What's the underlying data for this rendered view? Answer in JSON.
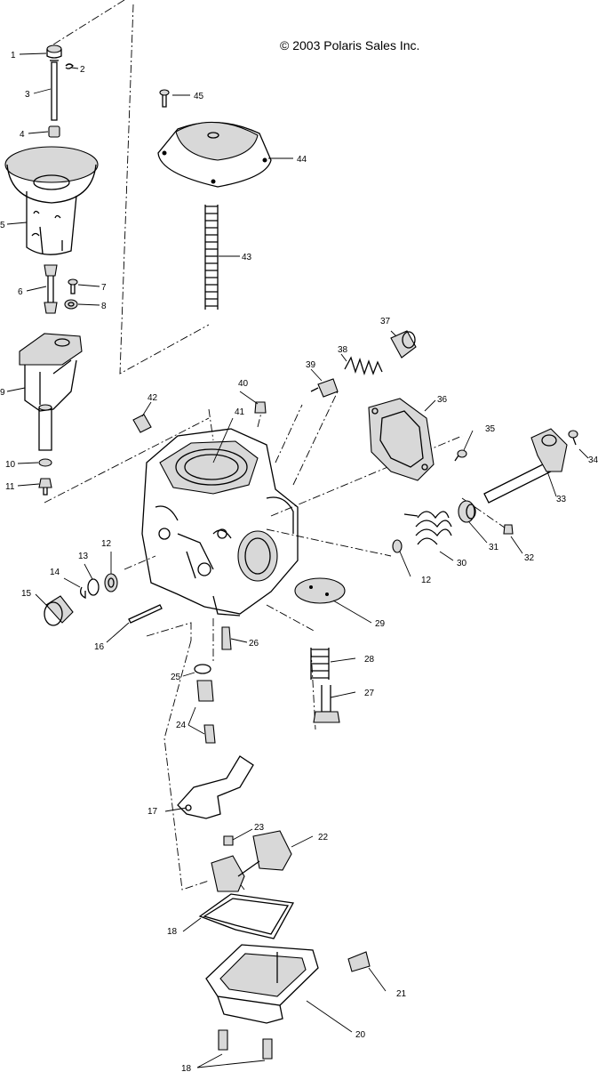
{
  "copyright": "© 2003 Polaris Sales Inc.",
  "callouts": {
    "c1": "1",
    "c2": "2",
    "c3": "3",
    "c4": "4",
    "c5": "5",
    "c6": "6",
    "c7": "7",
    "c8": "8",
    "c9": "9",
    "c10": "10",
    "c11": "11",
    "c12a": "12",
    "c12b": "12",
    "c13": "13",
    "c14": "14",
    "c15": "15",
    "c16": "16",
    "c17": "17",
    "c18a": "18",
    "c18b": "18",
    "c20": "20",
    "c21": "21",
    "c22": "22",
    "c23": "23",
    "c24": "24",
    "c25": "25",
    "c26": "26",
    "c27": "27",
    "c28": "28",
    "c29": "29",
    "c30": "30",
    "c31": "31",
    "c32": "32",
    "c33": "33",
    "c34": "34",
    "c35": "35",
    "c36": "36",
    "c37": "37",
    "c38": "38",
    "c39": "39",
    "c40": "40",
    "c41": "41",
    "c42": "42",
    "c43": "43",
    "c44": "44",
    "c45": "45"
  }
}
